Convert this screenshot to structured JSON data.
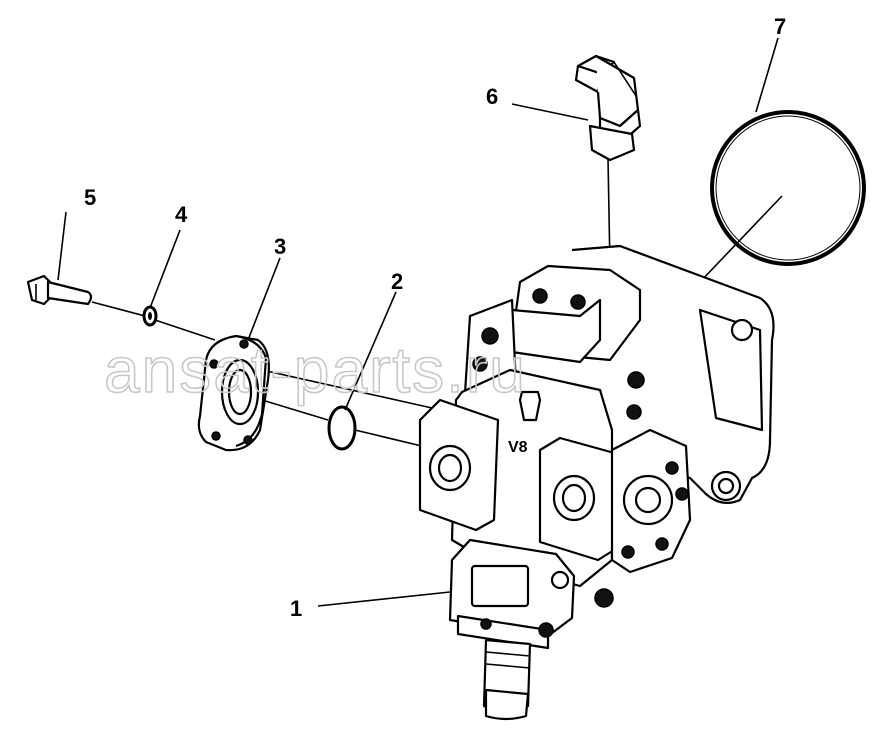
{
  "callouts": [
    {
      "id": "1",
      "label": "1"
    },
    {
      "id": "2",
      "label": "2"
    },
    {
      "id": "3",
      "label": "3"
    },
    {
      "id": "4",
      "label": "4"
    },
    {
      "id": "5",
      "label": "5"
    },
    {
      "id": "6",
      "label": "6"
    },
    {
      "id": "7",
      "label": "7"
    }
  ],
  "watermark": "ansat-parts.ru",
  "pump_marking": "V8",
  "colors": {
    "line": "#000000",
    "background": "#ffffff",
    "watermark": "#c8c8c8"
  }
}
